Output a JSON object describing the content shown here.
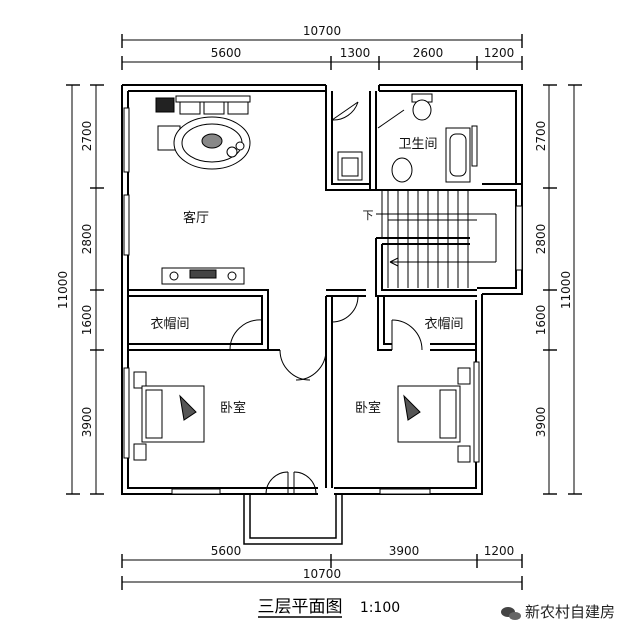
{
  "dimensions": {
    "top_total": "10700",
    "top_segments": [
      "5600",
      "1300",
      "2600",
      "1200"
    ],
    "bottom_segments": [
      "5600",
      "3900",
      "1200"
    ],
    "bottom_total": "10700",
    "left_total": "11000",
    "left_segments": [
      "2700",
      "2800",
      "1600",
      "3900"
    ],
    "right_total": "11000",
    "right_segments": [
      "2700",
      "2800",
      "1600",
      "3900"
    ]
  },
  "rooms": {
    "living_room": "客厅",
    "bathroom": "卫生间",
    "closet_left": "衣帽间",
    "closet_right": "衣帽间",
    "bedroom_left": "卧室",
    "bedroom_right": "卧室",
    "stair_down": "下"
  },
  "title": {
    "name": "三层平面图",
    "scale": "1:100"
  },
  "watermark": "新农村自建房"
}
